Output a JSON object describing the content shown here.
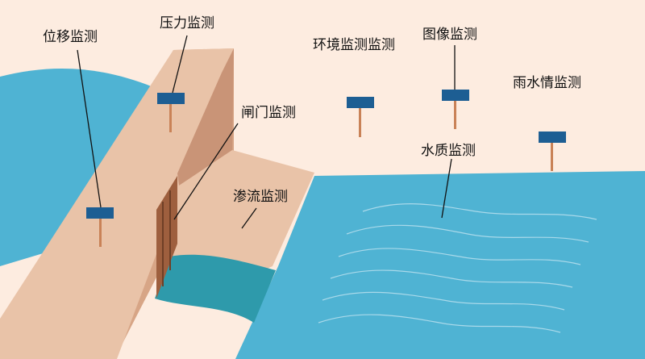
{
  "colors": {
    "background": "#fdece0",
    "water": "#4fb3d3",
    "water_dark": "#2e9aab",
    "dam_top": "#e9c3a8",
    "dam_front": "#d7a586",
    "dam_shadow": "#c99477",
    "gate": "#9e5f3e",
    "sensor_head": "#1d5e93",
    "sensor_pole": "#c98257",
    "wave": "#a9d9ea",
    "leader": "#111111"
  },
  "labels": {
    "displacement": "位移监测",
    "pressure": "压力监测",
    "environment": "环境监测监测",
    "image": "图像监测",
    "rain": "雨水情监测",
    "gate": "闸门监测",
    "seepage": "渗流监测",
    "water_quality": "水质监测"
  },
  "icons": {
    "sensor": "sensor-probe-icon",
    "gate": "sluice-gate-icon"
  }
}
